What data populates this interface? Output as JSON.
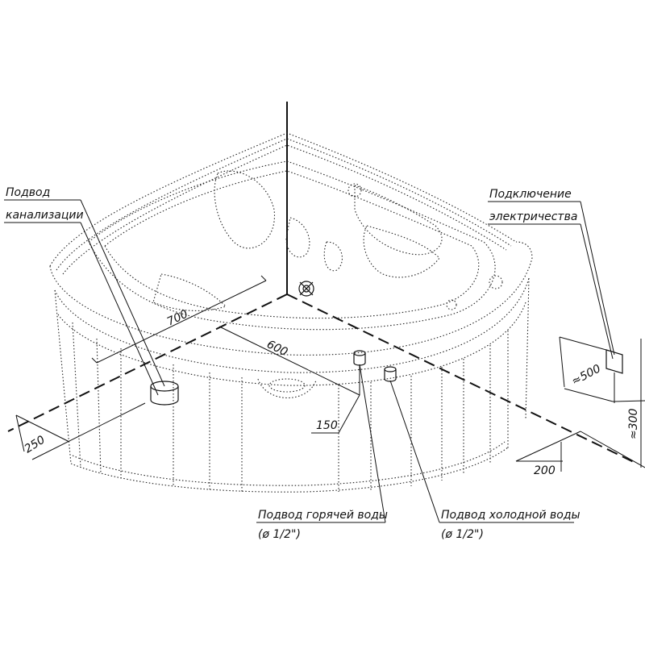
{
  "labels": {
    "drain_line1": "Подвод",
    "drain_line2": "канализации",
    "electric_line1": "Подключение",
    "electric_line2": "электричества",
    "hot_line1": "Подвод горячей воды",
    "hot_line2": "(ø 1/2\")",
    "cold_line1": "Подвод холодной воды",
    "cold_line2": "(ø  1/2\")"
  },
  "dimensions": {
    "d700": "700",
    "d600": "600",
    "d150": "150",
    "d250": "250",
    "d200": "200",
    "d500": "≈500",
    "d300": "≈300"
  }
}
